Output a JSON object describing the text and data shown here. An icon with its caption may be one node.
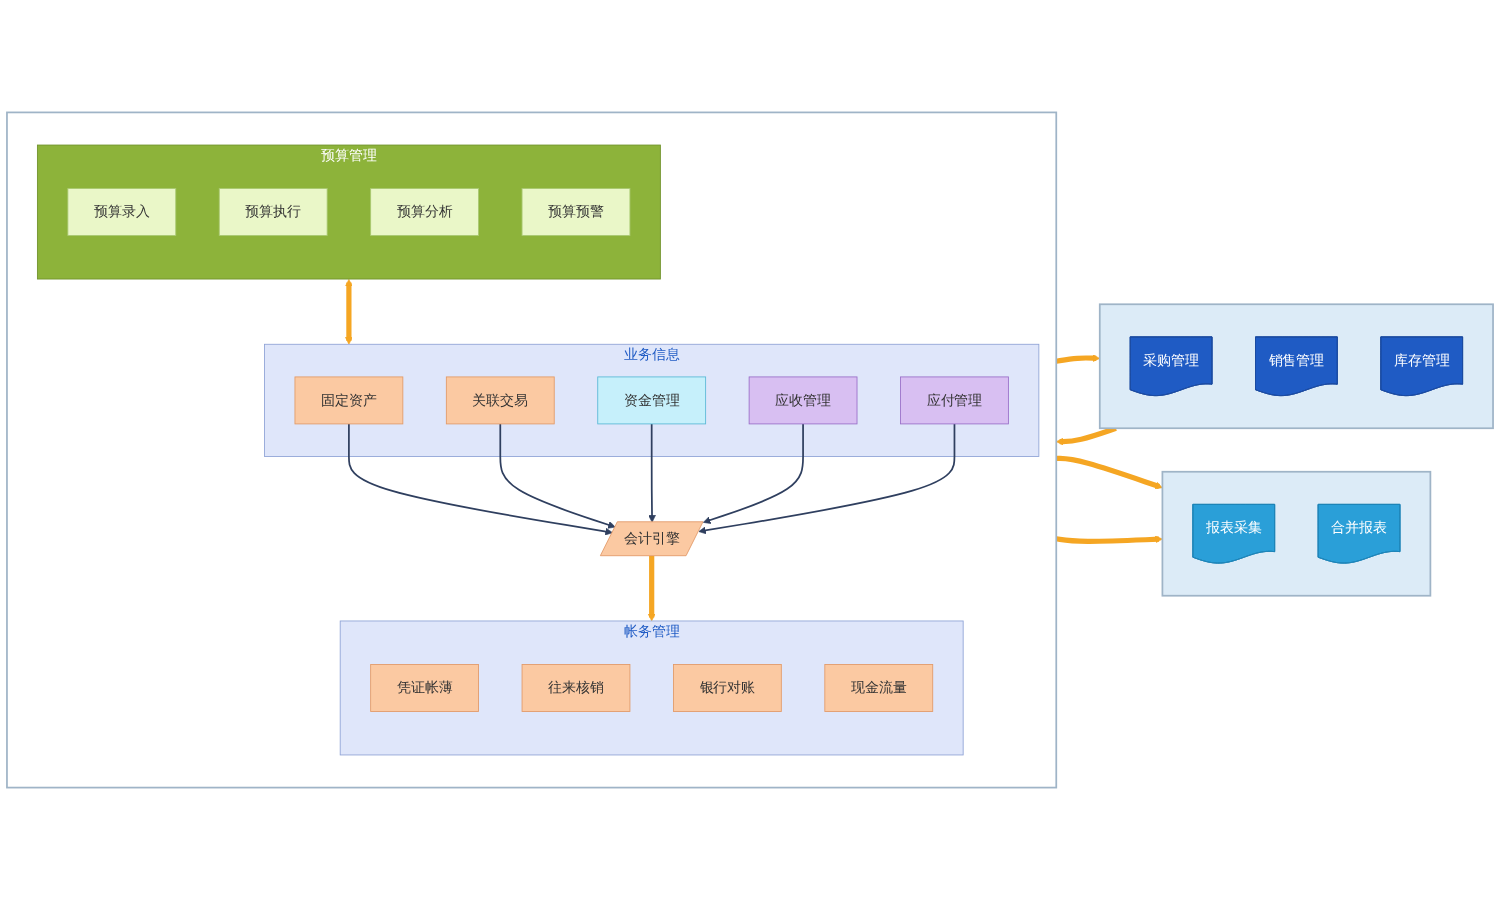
{
  "diagram": {
    "nodes": [
      {
        "text": [],
        "shape": "box"
      },
      {
        "text": [
          "采购管理"
        ],
        "in": 0
      },
      {
        "text": [
          "销售管理"
        ],
        "in": 0
      },
      {
        "text": [
          "库存管理"
        ],
        "in": 0
      },
      {
        "text": [],
        "shape": "box"
      },
      {
        "text": [
          "预算管理"
        ],
        "in": 4
      },
      {
        "text": [
          "预算录入"
        ],
        "in": 5
      },
      {
        "text": [
          "预算执行"
        ],
        "in": 5
      },
      {
        "text": [
          "预算分析"
        ],
        "in": 5
      },
      {
        "text": [
          "预算预警"
        ],
        "in": 5
      },
      {
        "text": [
          "业务信息"
        ],
        "in": 4
      },
      {
        "text": [
          "固定资产"
        ],
        "in": 10
      },
      {
        "text": [
          "关联交易"
        ],
        "in": 10
      },
      {
        "text": [
          "资金管理"
        ],
        "in": 10
      },
      {
        "text": [
          "应收管理"
        ],
        "in": 10
      },
      {
        "text": [
          "应付管理"
        ],
        "in": 10
      },
      {
        "text": [
          "会计引擎"
        ],
        "in": 4
      },
      {
        "text": [
          "帐务管理"
        ],
        "in": 4
      },
      {
        "text": [
          "凭证帐薄"
        ],
        "in": 17
      },
      {
        "text": [
          "往来核销"
        ],
        "in": 17
      },
      {
        "text": [
          "银行对账"
        ],
        "in": 17
      },
      {
        "text": [
          "现金流量"
        ],
        "in": 17
      },
      {
        "text": [],
        "shape": "box"
      },
      {
        "text": [
          "报表采集"
        ],
        "in": 22
      },
      {
        "text": [
          "合并报表"
        ],
        "in": 22
      }
    ],
    "edges": [
      {
        "from": 0,
        "to": 4,
        "arrow": "to"
      },
      {
        "from": 4,
        "to": 0,
        "arrow": "to"
      },
      {
        "from": 5,
        "to": 10,
        "arrow": "both"
      },
      {
        "from": 4,
        "to": 22,
        "arrow": "to"
      },
      {
        "from": 4,
        "to": 22,
        "arrow": "to"
      },
      {
        "from": 11,
        "to": 16,
        "arrow": "to",
        "color": "#2f3f5f"
      },
      {
        "from": 12,
        "to": 16,
        "arrow": "to",
        "color": "#2f3f5f"
      },
      {
        "from": 13,
        "to": 16,
        "arrow": "to",
        "color": "#2f3f5f"
      },
      {
        "from": 14,
        "to": 16,
        "arrow": "to",
        "color": "#2f3f5f"
      },
      {
        "from": 15,
        "to": 16,
        "arrow": "to",
        "color": "#2f3f5f"
      },
      {
        "from": 16,
        "to": 17,
        "arrow": "to"
      }
    ]
  }
}
